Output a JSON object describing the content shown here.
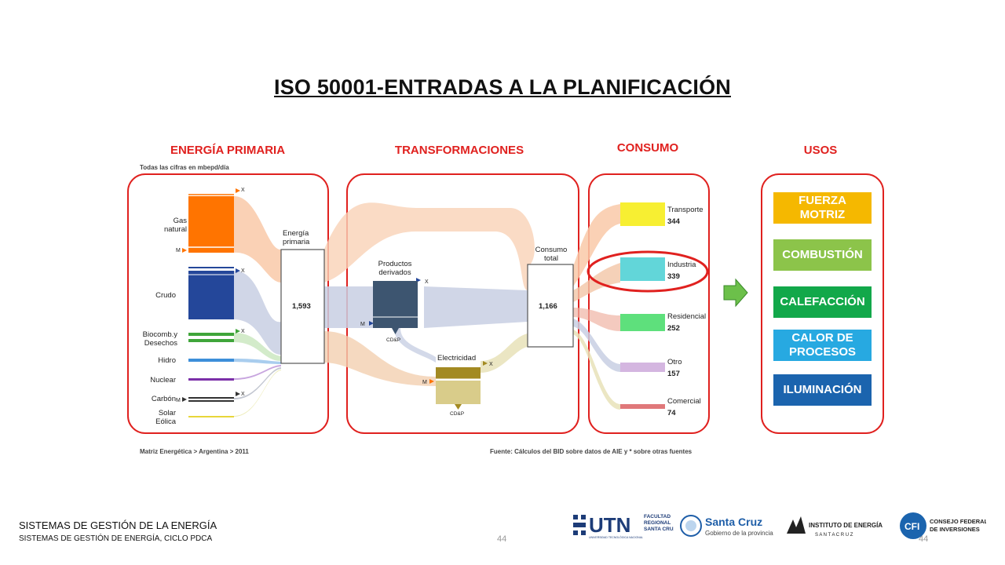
{
  "slide": {
    "title": "ISO 50001-ENTRADAS A LA PLANIFICACIÓN",
    "footer_title": "SISTEMAS DE GESTIÓN DE LA ENERGÍA",
    "footer_subtitle": "SISTEMAS DE GESTIÓN DE ENERGÍA, CICLO PDCA",
    "page_number": "44",
    "page_number_right": "44"
  },
  "diagram": {
    "headers": {
      "primary": "ENERGÍA PRIMARIA",
      "transformations": "TRANSFORMACIONES",
      "consumption": "CONSUMO",
      "uses": "USOS"
    },
    "units_note": "Todas las cifras en mbepd/día",
    "source_left": "Matriz Energética > Argentina > 2011",
    "source_right": "Fuente: Cálculos del BID sobre datos de AIE y * sobre otras fuentes",
    "sources": {
      "gas": "Gas\nnatural",
      "crudo": "Crudo",
      "biocomb": "Biocomb.y\nDesechos",
      "hidro": "Hidro",
      "nuclear": "Nuclear",
      "carbon": "Carbón",
      "solar": "Solar\nEólica"
    },
    "flow_markers": {
      "x": "X",
      "m": "M",
      "cdp": "CD&P"
    },
    "primary_energy": {
      "label": "Energía\nprimaria",
      "value": "1,593"
    },
    "derived": {
      "label": "Productos\nderivados"
    },
    "electricity": {
      "label": "Electricidad"
    },
    "total_consumption": {
      "label": "Consumo\ntotal",
      "value": "1,166"
    },
    "sectors": [
      {
        "name": "Transporte",
        "value": "344",
        "color": "#f7ef32"
      },
      {
        "name": "Industria",
        "value": "339",
        "color": "#62d6d9"
      },
      {
        "name": "Residencial",
        "value": "252",
        "color": "#5ee07c"
      },
      {
        "name": "Otro",
        "value": "157",
        "color": "#d4b6e0"
      },
      {
        "name": "Comercial",
        "value": "74",
        "color": "#e0787a"
      }
    ],
    "uses": [
      {
        "label": "FUERZA\nMOTRIZ",
        "color": "#f5b800"
      },
      {
        "label": "COMBUSTIÓN",
        "color": "#8cc44a"
      },
      {
        "label": "CALEFACCIÓN",
        "color": "#12a84a"
      },
      {
        "label": "CALOR DE\nPROCESOS",
        "color": "#27a9e1"
      },
      {
        "label": "ILUMINACIÓN",
        "color": "#1b64ae"
      }
    ]
  },
  "logos": {
    "utn": "UTN",
    "utn_faculty": "FACULTAD\nREGIONAL\nSANTA CRUZ",
    "utn_sub": "UNIVERSIDAD TECNOLÓGICA NACIONAL",
    "santa_cruz": "Santa Cruz",
    "santa_cruz_sub": "Gobierno de la provincia",
    "instituto": "INSTITUTO DE ENERGÍA",
    "instituto_sub": "S A N T A   C R U Z",
    "cfi": "CFI",
    "cfi_text": "CONSEJO FEDERAL\nDE INVERSIONES"
  }
}
